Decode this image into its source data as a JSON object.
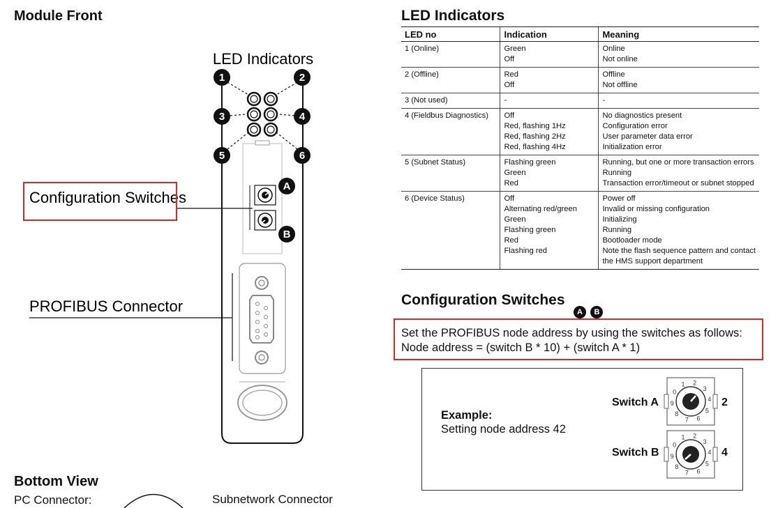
{
  "module_front": {
    "title": "Module Front"
  },
  "module_diagram": {
    "led_indicators_label": "LED Indicators",
    "led_numbers": [
      "1",
      "2",
      "3",
      "4",
      "5",
      "6"
    ],
    "switch_letters": [
      "A",
      "B"
    ],
    "config_switches_label": "Configuration Switches",
    "profibus_label": "PROFIBUS Connector"
  },
  "bottom_view": {
    "title": "Bottom View",
    "pc_connector": "PC Connector:",
    "subnetwork_connector": "Subnetwork Connector"
  },
  "led_section": {
    "title": "LED Indicators",
    "columns": [
      "LED no",
      "Indication",
      "Meaning"
    ],
    "rows": [
      {
        "led": "1 (Online)",
        "indication": [
          "Green",
          "Off"
        ],
        "meaning": [
          "Online",
          "Not online"
        ]
      },
      {
        "led": "2 (Offline)",
        "indication": [
          "Red",
          "Off"
        ],
        "meaning": [
          "Offline",
          "Not offline"
        ]
      },
      {
        "led": "3 (Not used)",
        "indication": [
          "-"
        ],
        "meaning": [
          "-"
        ]
      },
      {
        "led": "4 (Fieldbus Diagnostics)",
        "indication": [
          "Off",
          "Red, flashing 1Hz",
          "Red, flashing 2Hz",
          "Red, flashing 4Hz"
        ],
        "meaning": [
          "No diagnostics present",
          "Configuration error",
          "User parameter data error",
          "Initialization error"
        ]
      },
      {
        "led": "5 (Subnet Status)",
        "indication": [
          "Flashing green",
          "Green",
          "Red"
        ],
        "meaning": [
          "Running, but one or more transaction errors",
          "Running",
          "Transaction error/timeout or subnet stopped"
        ]
      },
      {
        "led": "6 (Device Status)",
        "indication": [
          "Off",
          "Alternating red/green",
          "Green",
          "Flashing green",
          "Red",
          "Flashing red"
        ],
        "meaning": [
          "Power off",
          "Invalid or missing configuration",
          "Initializing",
          "Running",
          "Bootloader mode",
          "Note the flash sequence pattern and contact",
          "the HMS support department"
        ]
      }
    ]
  },
  "config_section": {
    "title": "Configuration Switches",
    "badges": [
      "A",
      "B"
    ],
    "line1": "Set the PROFIBUS node address by using the switches as follows:",
    "line2": "Node address = (switch B * 10) + (switch A * 1)"
  },
  "example": {
    "heading": "Example:",
    "text": "Setting node address 42",
    "switch_a_label": "Switch A",
    "switch_a_value": "2",
    "switch_b_label": "Switch B",
    "switch_b_value": "4",
    "dial_digits": [
      "0",
      "1",
      "2",
      "3",
      "4",
      "5",
      "6",
      "7",
      "8",
      "9"
    ]
  },
  "colors": {
    "highlight_border": "#d42a2a",
    "text": "#111111"
  }
}
